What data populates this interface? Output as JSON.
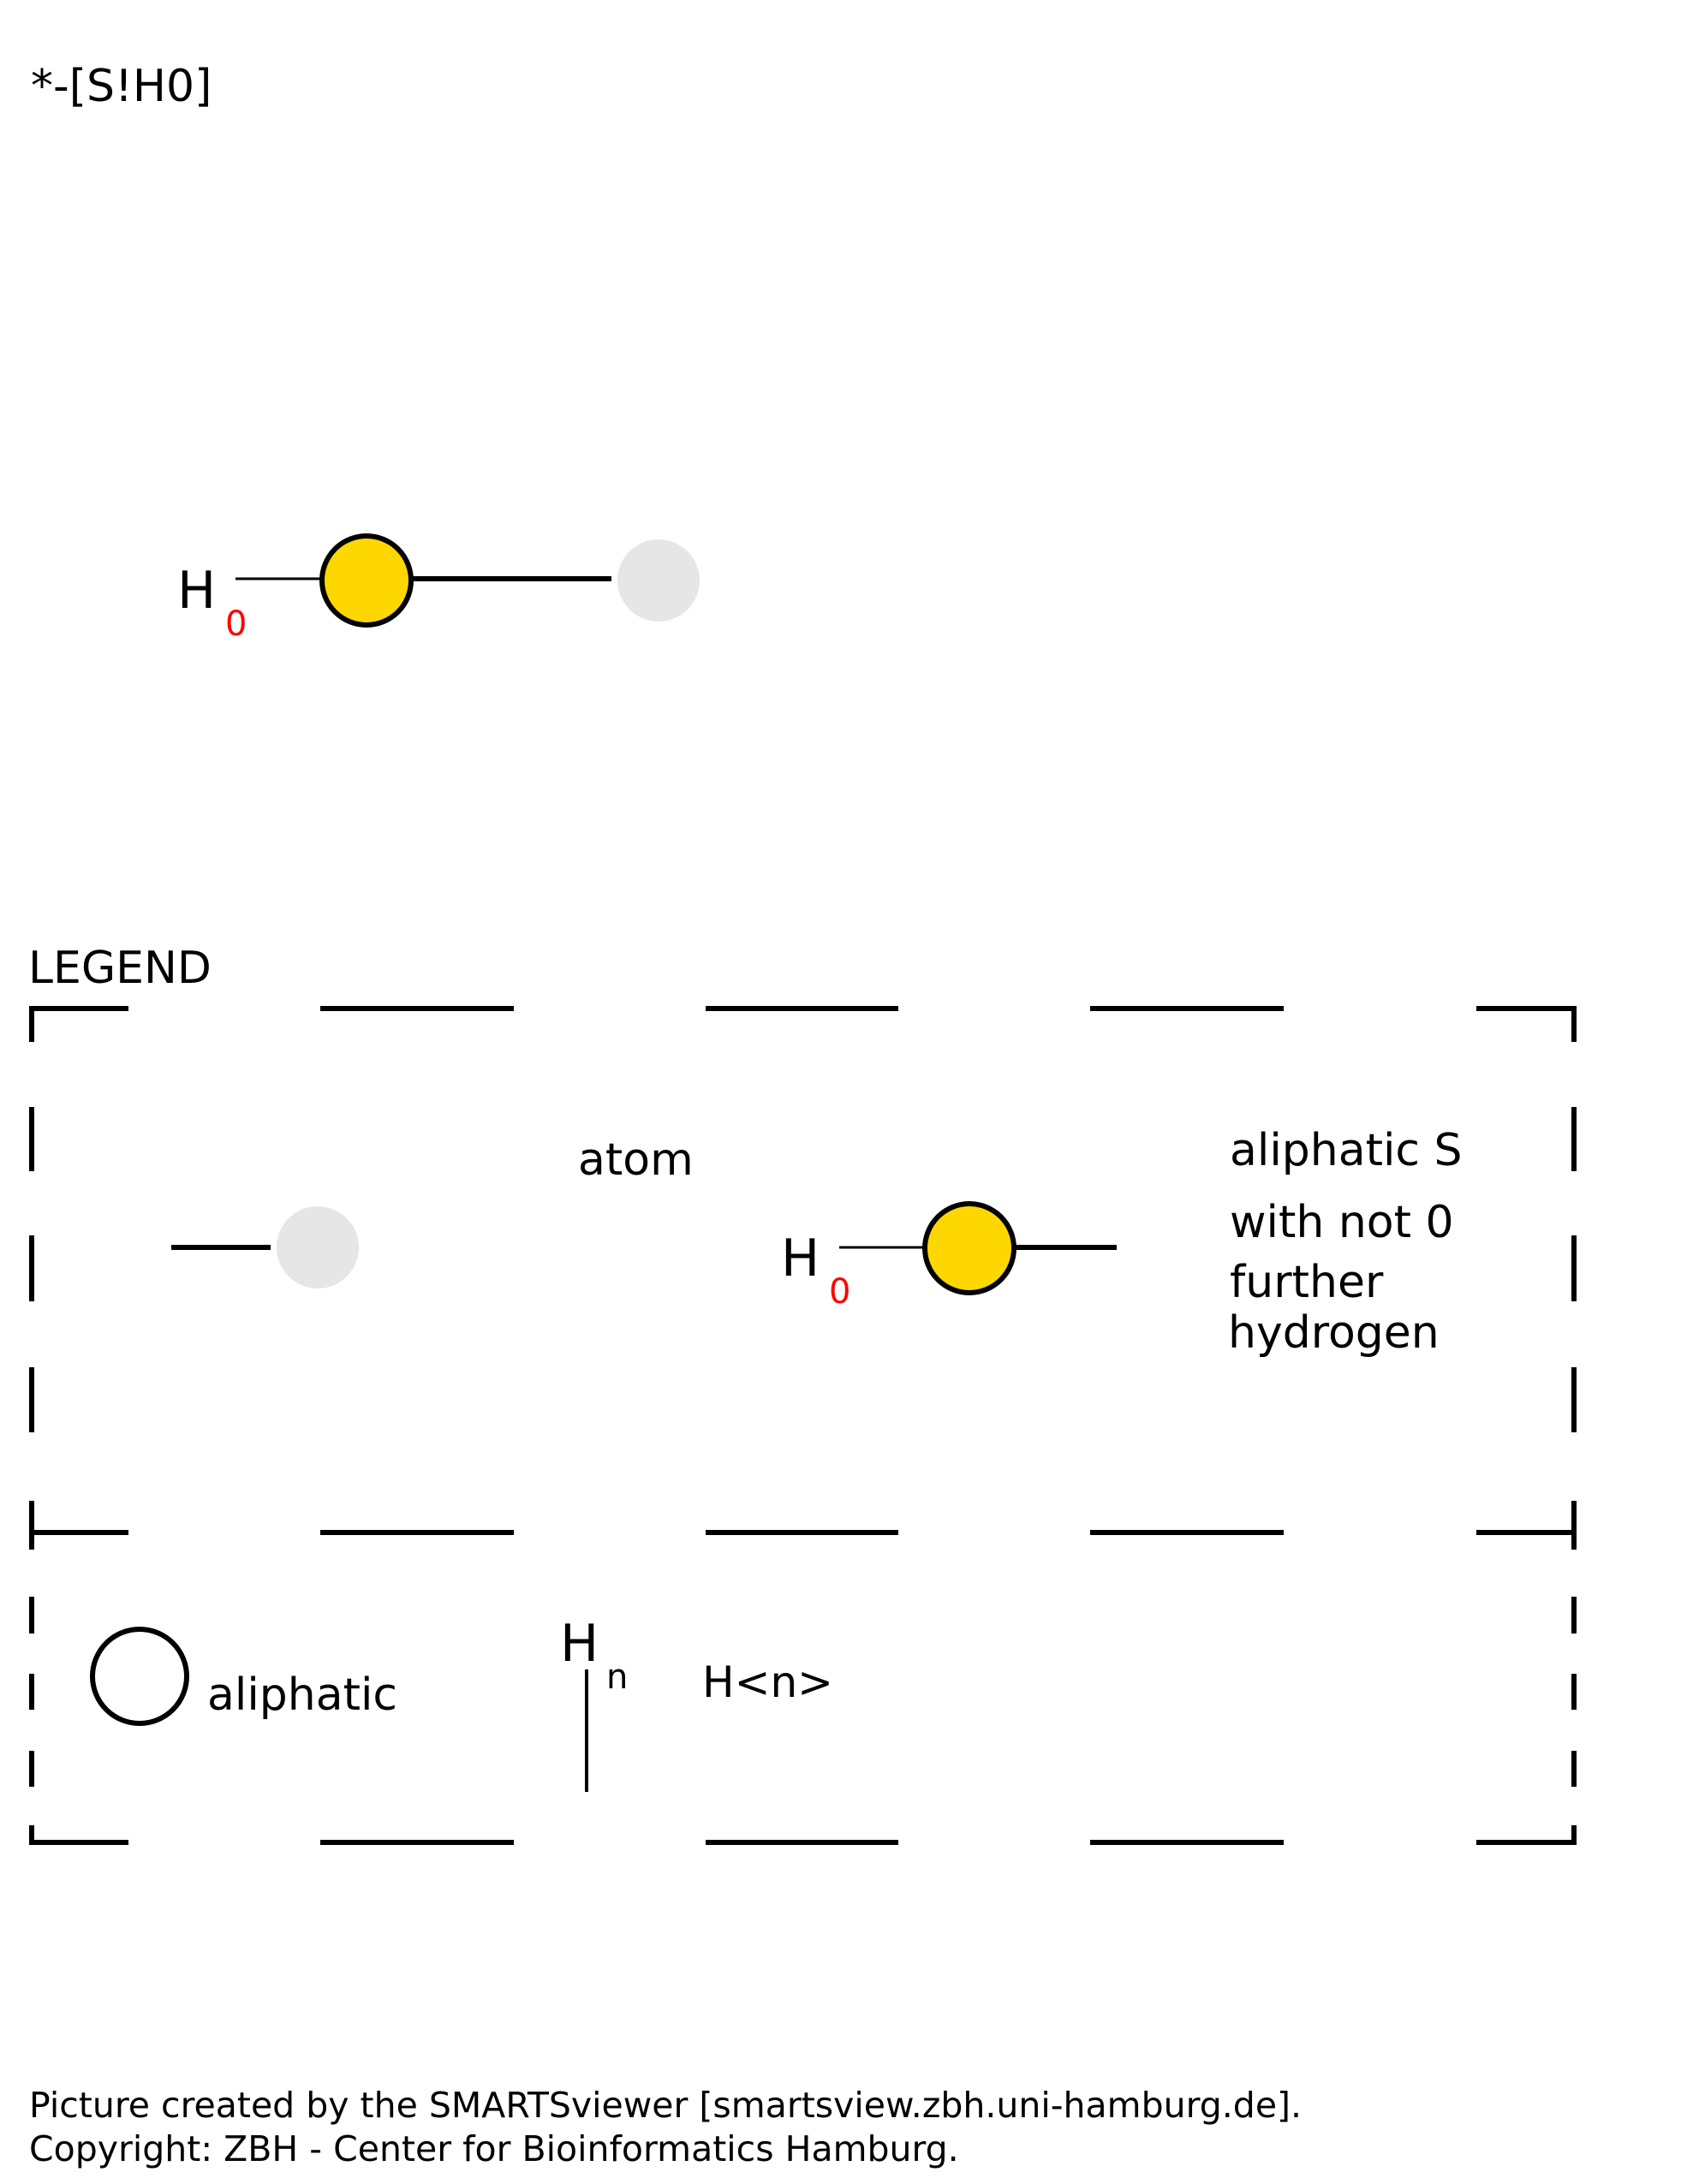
{
  "smarts": "*-[S!H0]",
  "main_diagram": {
    "h_label": "H",
    "h_count": "0",
    "sulfur_color": "#ffd700",
    "any_atom_color": "#e6e6e6"
  },
  "legend": {
    "title": "LEGEND",
    "row1": {
      "atom_label": "atom",
      "h_label": "H",
      "h_count": "0",
      "description_lines": [
        "aliphatic S",
        "with not 0",
        "further",
        "hydrogen"
      ]
    },
    "row2": {
      "aliphatic_label": "aliphatic",
      "hn_h": "H",
      "hn_n": "n",
      "hn_text": "H<n>"
    }
  },
  "footer": {
    "line1": "Picture created by the SMARTSviewer [smartsview.zbh.uni-hamburg.de].",
    "line2": "Copyright: ZBH - Center for Bioinformatics Hamburg."
  }
}
